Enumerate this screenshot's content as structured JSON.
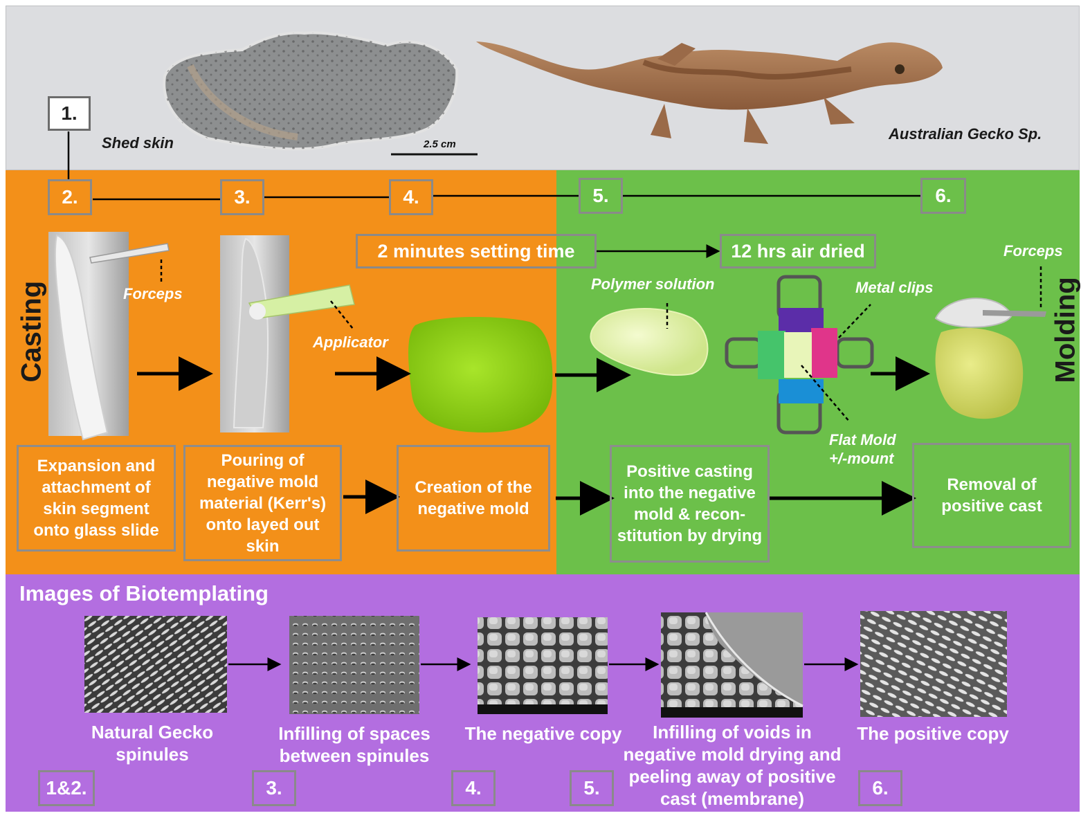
{
  "top": {
    "step1": "1.",
    "shed_skin": "Shed skin",
    "scale_bar": "2.5 cm",
    "gecko": "Australian Gecko Sp."
  },
  "steps": {
    "s2": "2.",
    "s3": "3.",
    "s4": "4.",
    "s5": "5.",
    "s6": "6."
  },
  "timing": {
    "setting": "2 minutes setting time",
    "dried": "12 hrs air dried"
  },
  "sections": {
    "casting": "Casting",
    "molding": "Molding"
  },
  "labels": {
    "forceps1": "Forceps",
    "applicator": "Applicator",
    "polymer": "Polymer solution",
    "metal_clips": "Metal clips",
    "forceps2": "Forceps",
    "flat_mold_line1": "Flat Mold",
    "flat_mold_line2": "+/-mount"
  },
  "descriptions": {
    "d2": "Expansion and attachment of skin segment onto glass slide",
    "d3": "Pouring of negative mold material (Kerr's) onto layed out skin",
    "d4": "Creation of  the negative mold",
    "d5": "Positive casting into the negative mold & recon-stitution by drying",
    "d6": "Removal of positive cast"
  },
  "images_section": {
    "title": "Images of Biotemplating",
    "captions": [
      "Natural Gecko spinules",
      "Infilling of spaces between spinules",
      "The negative copy",
      "Infilling of voids in negative mold drying and peeling away of positive cast (membrane)",
      "The positive copy"
    ],
    "badges": [
      "1&2.",
      "3.",
      "4.",
      "5.",
      "6."
    ]
  },
  "colors": {
    "casting": "#f39019",
    "molding": "#6cc04a",
    "images": "#b36ee0",
    "top": "#dcdde0"
  }
}
